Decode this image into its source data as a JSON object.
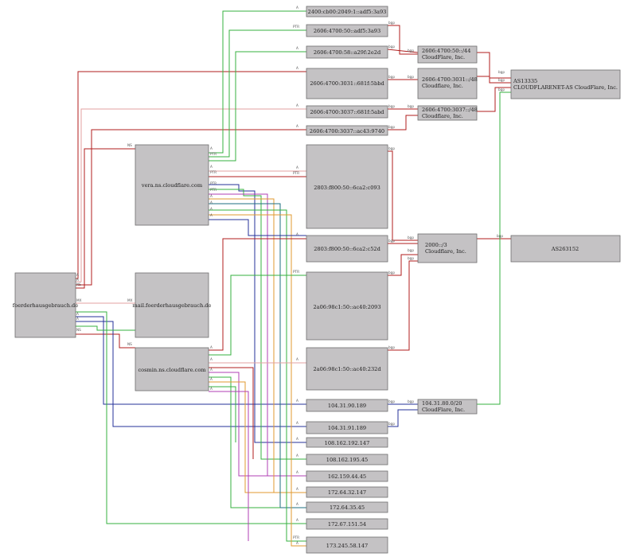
{
  "colors": {
    "A": "#36b13f",
    "AAAA": "#b01e1e",
    "NS": "#b01e1e",
    "MX": "#e3a2a2",
    "PTR": "#e3a2a2",
    "bgp": "#b01e1e",
    "bgp_v4": "#36b13f",
    "blue": "#24309a",
    "purple": "#b03fb6",
    "orange": "#e09a2f",
    "teal": "#1e6f80",
    "node_fill": "#c4c2c4"
  },
  "nodes": {
    "domain": "foerderhausgebrauch.de",
    "ns_vera": "vera.ns.cloudflare.com",
    "mail": "mail.foerderhausgebrauch.de",
    "ns_cosmin": "cosmin.ns.cloudflare.com",
    "ip6_1": "2400:cb00:2049:1::adf5:3a93",
    "ip6_2": "2606:4700:50::adf5:3a93",
    "ip6_3": "2606:4700:58::a29f:2e2d",
    "ip6_4": "2606:4700:3031::681f:5bbd",
    "ip6_5": "2606:4700:3037::681f:5abd",
    "ip6_6": "2606:4700:3037::ac43:9740",
    "ip6_7": "2803:f800:50::6ca2:c093",
    "ip6_8": "2803:f800:50::6ca2:c52d",
    "ip6_9": "2a06:98c1:50::ac40:2093",
    "ip6_10": "2a06:98c1:50::ac40:232d",
    "ip4_1": "104.31.90.189",
    "ip4_2": "104.31.91.189",
    "ip4_3": "108.162.192.147",
    "ip4_4": "108.162.195.45",
    "ip4_5": "162.159.44.45",
    "ip4_6": "172.64.32.147",
    "ip4_7": "172.64.35.45",
    "ip4_8": "172.67.151.54",
    "ip4_9": "173.245.58.147",
    "pfx1_a": "2606:4700:50::/44",
    "pfx1_b": "CloudFlare, Inc.",
    "pfx2_a": "2606:4700:3031::/48",
    "pfx2_b": "Cloudflare, Inc.",
    "pfx3_a": "2606:4700:3037::/48",
    "pfx3_b": "Cloudflare, Inc.",
    "pfx4_a": "2000::/3",
    "pfx4_b": "Cloudflare, Inc.",
    "pfx5_a": "104.31.80.0/20",
    "pfx5_b": "CloudFlare, Inc.",
    "as_a": "AS13335",
    "as_b": "CLOUDFLARENET-AS CloudFlare, Inc.",
    "as2": "AS263152"
  },
  "edge_labels": {
    "A": "A",
    "AAAA": "AAAA",
    "NS": "NS",
    "MX": "MX",
    "PTR": "PTR",
    "bgp": "bgp"
  }
}
